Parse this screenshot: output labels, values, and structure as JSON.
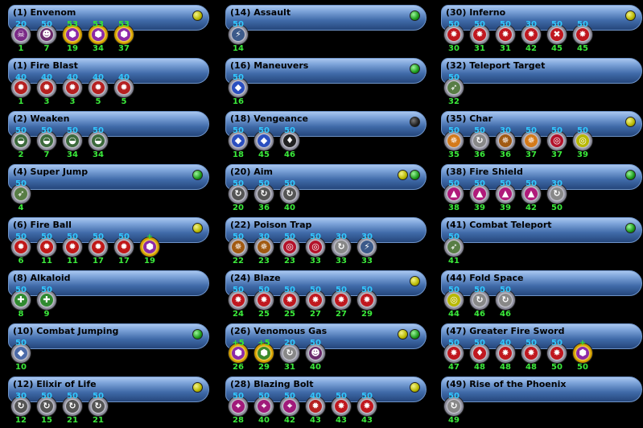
{
  "powers": [
    {
      "name": "(1) Envenom",
      "light": [
        "yellow"
      ],
      "slots": [
        {
          "top": "20",
          "cat": false,
          "icon": "poison",
          "color": "#7a2a86",
          "gold": false,
          "lvl": "1"
        },
        {
          "top": "50",
          "cat": false,
          "icon": "face",
          "color": "#6b2a6b",
          "gold": false,
          "lvl": "7"
        },
        {
          "top": "53",
          "cat": true,
          "icon": "hex",
          "color": "#8c2aa8",
          "gold": true,
          "lvl": "19"
        },
        {
          "top": "53",
          "cat": true,
          "icon": "hex",
          "color": "#8c2aa8",
          "gold": true,
          "lvl": "34"
        },
        {
          "top": "53",
          "cat": true,
          "icon": "hex",
          "color": "#8c2aa8",
          "gold": true,
          "lvl": "37"
        }
      ]
    },
    {
      "name": "(1) Fire Blast",
      "light": [],
      "slots": [
        {
          "top": "40",
          "cat": false,
          "icon": "fire",
          "color": "#b52020",
          "gold": false,
          "lvl": "1"
        },
        {
          "top": "40",
          "cat": false,
          "icon": "fire",
          "color": "#b52020",
          "gold": false,
          "lvl": "3"
        },
        {
          "top": "40",
          "cat": false,
          "icon": "fire",
          "color": "#b52020",
          "gold": false,
          "lvl": "3"
        },
        {
          "top": "40",
          "cat": false,
          "icon": "fire",
          "color": "#b52020",
          "gold": false,
          "lvl": "5"
        },
        {
          "top": "40",
          "cat": false,
          "icon": "fire",
          "color": "#b52020",
          "gold": false,
          "lvl": "5"
        }
      ]
    },
    {
      "name": "(2) Weaken",
      "light": [],
      "slots": [
        {
          "top": "50",
          "cat": false,
          "icon": "wk",
          "color": "#3c6a3c",
          "gold": false,
          "lvl": "2"
        },
        {
          "top": "50",
          "cat": false,
          "icon": "wk",
          "color": "#3c6a3c",
          "gold": false,
          "lvl": "7"
        },
        {
          "top": "50",
          "cat": false,
          "icon": "wk",
          "color": "#3c6a3c",
          "gold": false,
          "lvl": "34"
        },
        {
          "top": "50",
          "cat": false,
          "icon": "wk",
          "color": "#3c6a3c",
          "gold": false,
          "lvl": "34"
        }
      ]
    },
    {
      "name": "(4) Super Jump",
      "light": [
        "green"
      ],
      "slots": [
        {
          "top": "50",
          "cat": false,
          "icon": "jump",
          "color": "#587d45",
          "gold": false,
          "lvl": "4"
        }
      ]
    },
    {
      "name": "(6) Fire Ball",
      "light": [
        "yellow"
      ],
      "slots": [
        {
          "top": "50",
          "cat": false,
          "icon": "fire",
          "color": "#c01818",
          "gold": false,
          "lvl": "6"
        },
        {
          "top": "50",
          "cat": false,
          "icon": "fire",
          "color": "#c01818",
          "gold": false,
          "lvl": "11"
        },
        {
          "top": "50",
          "cat": false,
          "icon": "fire",
          "color": "#c01818",
          "gold": false,
          "lvl": "11"
        },
        {
          "top": "50",
          "cat": false,
          "icon": "fire",
          "color": "#c01818",
          "gold": false,
          "lvl": "17"
        },
        {
          "top": "50",
          "cat": false,
          "icon": "fire",
          "color": "#c01818",
          "gold": false,
          "lvl": "17"
        },
        {
          "top": "+",
          "cat": true,
          "icon": "hex",
          "color": "#8c2aa8",
          "gold": true,
          "lvl": "19"
        }
      ]
    },
    {
      "name": "(8) Alkaloid",
      "light": [],
      "slots": [
        {
          "top": "50",
          "cat": false,
          "icon": "heal",
          "color": "#2f8a2f",
          "gold": false,
          "lvl": "8"
        },
        {
          "top": "50",
          "cat": false,
          "icon": "heal",
          "color": "#2f8a2f",
          "gold": false,
          "lvl": "9"
        }
      ]
    },
    {
      "name": "(10) Combat Jumping",
      "light": [
        "green"
      ],
      "slots": [
        {
          "top": "50",
          "cat": false,
          "icon": "def",
          "color": "#4b6aa8",
          "gold": false,
          "lvl": "10"
        }
      ]
    },
    {
      "name": "(12) Elixir of Life",
      "light": [
        "yellow"
      ],
      "slots": [
        {
          "top": "30",
          "cat": false,
          "icon": "rech",
          "color": "#555",
          "gold": false,
          "lvl": "12"
        },
        {
          "top": "50",
          "cat": false,
          "icon": "rech",
          "color": "#555",
          "gold": false,
          "lvl": "15"
        },
        {
          "top": "50",
          "cat": false,
          "icon": "rech",
          "color": "#555",
          "gold": false,
          "lvl": "21"
        },
        {
          "top": "50",
          "cat": false,
          "icon": "rech",
          "color": "#555",
          "gold": false,
          "lvl": "21"
        }
      ]
    },
    {
      "name": "(14) Assault",
      "light": [
        "green"
      ],
      "slots": [
        {
          "top": "50",
          "cat": false,
          "icon": "end",
          "color": "#3c5a8a",
          "gold": false,
          "lvl": "14"
        }
      ]
    },
    {
      "name": "(16) Maneuvers",
      "light": [
        "green"
      ],
      "slots": [
        {
          "top": "50",
          "cat": false,
          "icon": "def",
          "color": "#2b4fbf",
          "gold": false,
          "lvl": "16"
        }
      ]
    },
    {
      "name": "(18) Vengeance",
      "light": [
        "black"
      ],
      "slots": [
        {
          "top": "50",
          "cat": false,
          "icon": "def",
          "color": "#2b4fbf",
          "gold": false,
          "lvl": "18"
        },
        {
          "top": "50",
          "cat": false,
          "icon": "def",
          "color": "#2b4fbf",
          "gold": false,
          "lvl": "45"
        },
        {
          "top": "50",
          "cat": false,
          "icon": "bat",
          "color": "#222",
          "gold": false,
          "lvl": "46"
        }
      ]
    },
    {
      "name": "(20) Aim",
      "light": [
        "yellow",
        "green"
      ],
      "slots": [
        {
          "top": "50",
          "cat": false,
          "icon": "rech",
          "color": "#555",
          "gold": false,
          "lvl": "20"
        },
        {
          "top": "50",
          "cat": false,
          "icon": "rech",
          "color": "#555",
          "gold": false,
          "lvl": "36"
        },
        {
          "top": "50",
          "cat": false,
          "icon": "rech",
          "color": "#555",
          "gold": false,
          "lvl": "40"
        }
      ]
    },
    {
      "name": "(22) Poison Trap",
      "light": [],
      "slots": [
        {
          "top": "50",
          "cat": false,
          "icon": "hold",
          "color": "#a15a12",
          "gold": false,
          "lvl": "22"
        },
        {
          "top": "30",
          "cat": false,
          "icon": "hold",
          "color": "#a15a12",
          "gold": false,
          "lvl": "23"
        },
        {
          "top": "50",
          "cat": false,
          "icon": "acc",
          "color": "#b3122a",
          "gold": false,
          "lvl": "23"
        },
        {
          "top": "50",
          "cat": false,
          "icon": "acc",
          "color": "#b3122a",
          "gold": false,
          "lvl": "33"
        },
        {
          "top": "30",
          "cat": false,
          "icon": "rech",
          "color": "#888",
          "gold": false,
          "lvl": "33"
        },
        {
          "top": "30",
          "cat": false,
          "icon": "end",
          "color": "#3c5a8a",
          "gold": false,
          "lvl": "33"
        }
      ]
    },
    {
      "name": "(24) Blaze",
      "light": [
        "yellow"
      ],
      "slots": [
        {
          "top": "50",
          "cat": false,
          "icon": "dmg",
          "color": "#c0181f",
          "gold": false,
          "lvl": "24"
        },
        {
          "top": "50",
          "cat": false,
          "icon": "dmg",
          "color": "#c0181f",
          "gold": false,
          "lvl": "25"
        },
        {
          "top": "50",
          "cat": false,
          "icon": "dmg",
          "color": "#c0181f",
          "gold": false,
          "lvl": "25"
        },
        {
          "top": "50",
          "cat": false,
          "icon": "dmg",
          "color": "#c0181f",
          "gold": false,
          "lvl": "27"
        },
        {
          "top": "50",
          "cat": false,
          "icon": "dmg",
          "color": "#c0181f",
          "gold": false,
          "lvl": "27"
        },
        {
          "top": "50",
          "cat": false,
          "icon": "dmg",
          "color": "#c0181f",
          "gold": false,
          "lvl": "29"
        }
      ]
    },
    {
      "name": "(26) Venomous Gas",
      "light": [
        "yellow",
        "green"
      ],
      "slots": [
        {
          "top": "+5",
          "cat": true,
          "icon": "hex",
          "color": "#8c2aa8",
          "gold": true,
          "lvl": "26"
        },
        {
          "top": "+5",
          "cat": true,
          "icon": "hex",
          "color": "#3c8a2a",
          "gold": true,
          "lvl": "29"
        },
        {
          "top": "20",
          "cat": false,
          "icon": "rech",
          "color": "#888",
          "gold": false,
          "lvl": "31"
        },
        {
          "top": "50",
          "cat": false,
          "icon": "face",
          "color": "#6b2a6b",
          "gold": false,
          "lvl": "40"
        }
      ]
    },
    {
      "name": "(28) Blazing Bolt",
      "light": [
        "yellow"
      ],
      "slots": [
        {
          "top": "50",
          "cat": false,
          "icon": "sniper",
          "color": "#a01a7a",
          "gold": false,
          "lvl": "28"
        },
        {
          "top": "50",
          "cat": false,
          "icon": "sniper",
          "color": "#a01a7a",
          "gold": false,
          "lvl": "40"
        },
        {
          "top": "50",
          "cat": false,
          "icon": "sniper",
          "color": "#a01a7a",
          "gold": false,
          "lvl": "42"
        },
        {
          "top": "40",
          "cat": false,
          "icon": "fire",
          "color": "#b52020",
          "gold": false,
          "lvl": "43"
        },
        {
          "top": "50",
          "cat": false,
          "icon": "dmg",
          "color": "#c0181f",
          "gold": false,
          "lvl": "43"
        },
        {
          "top": "50",
          "cat": false,
          "icon": "dmg",
          "color": "#c0181f",
          "gold": false,
          "lvl": "43"
        }
      ]
    },
    {
      "name": "(30) Inferno",
      "light": [
        "yellow"
      ],
      "slots": [
        {
          "top": "50",
          "cat": false,
          "icon": "dmg",
          "color": "#c0181f",
          "gold": false,
          "lvl": "30"
        },
        {
          "top": "50",
          "cat": false,
          "icon": "dmg",
          "color": "#c0181f",
          "gold": false,
          "lvl": "31"
        },
        {
          "top": "50",
          "cat": false,
          "icon": "dmg",
          "color": "#c0181f",
          "gold": false,
          "lvl": "31"
        },
        {
          "top": "30",
          "cat": false,
          "icon": "dmg",
          "color": "#c0181f",
          "gold": false,
          "lvl": "42"
        },
        {
          "top": "50",
          "cat": false,
          "icon": "x",
          "color": "#c0181f",
          "gold": false,
          "lvl": "45"
        },
        {
          "top": "50",
          "cat": false,
          "icon": "dmg",
          "color": "#c0181f",
          "gold": false,
          "lvl": "45"
        }
      ]
    },
    {
      "name": "(32) Teleport Target",
      "light": [],
      "slots": [
        {
          "top": "50",
          "cat": false,
          "icon": "jump",
          "color": "#587d45",
          "gold": false,
          "lvl": "32"
        }
      ]
    },
    {
      "name": "(35) Char",
      "light": [
        "yellow"
      ],
      "slots": [
        {
          "top": "50",
          "cat": false,
          "icon": "hold",
          "color": "#d47a1a",
          "gold": false,
          "lvl": "35"
        },
        {
          "top": "50",
          "cat": false,
          "icon": "rech",
          "color": "#888",
          "gold": false,
          "lvl": "36"
        },
        {
          "top": "30",
          "cat": false,
          "icon": "hold",
          "color": "#a15a12",
          "gold": false,
          "lvl": "36"
        },
        {
          "top": "50",
          "cat": false,
          "icon": "hold",
          "color": "#d47a1a",
          "gold": false,
          "lvl": "37"
        },
        {
          "top": "50",
          "cat": false,
          "icon": "acc",
          "color": "#b3122a",
          "gold": false,
          "lvl": "37"
        },
        {
          "top": "50",
          "cat": false,
          "icon": "acc",
          "color": "#b8b800",
          "gold": false,
          "lvl": "39"
        }
      ]
    },
    {
      "name": "(38) Fire Shield",
      "light": [
        "green"
      ],
      "slots": [
        {
          "top": "50",
          "cat": false,
          "icon": "res",
          "color": "#b01a7a",
          "gold": false,
          "lvl": "38"
        },
        {
          "top": "50",
          "cat": false,
          "icon": "res",
          "color": "#b01a7a",
          "gold": false,
          "lvl": "39"
        },
        {
          "top": "50",
          "cat": false,
          "icon": "res",
          "color": "#b01a7a",
          "gold": false,
          "lvl": "39"
        },
        {
          "top": "50",
          "cat": false,
          "icon": "res",
          "color": "#b01a7a",
          "gold": false,
          "lvl": "42"
        },
        {
          "top": "30",
          "cat": false,
          "icon": "rech",
          "color": "#888",
          "gold": false,
          "lvl": "50"
        }
      ]
    },
    {
      "name": "(41) Combat Teleport",
      "light": [
        "green"
      ],
      "slots": [
        {
          "top": "50",
          "cat": false,
          "icon": "jump",
          "color": "#587d45",
          "gold": false,
          "lvl": "41"
        }
      ]
    },
    {
      "name": "(44) Fold Space",
      "light": [],
      "slots": [
        {
          "top": "50",
          "cat": false,
          "icon": "acc",
          "color": "#b8b800",
          "gold": false,
          "lvl": "44"
        },
        {
          "top": "50",
          "cat": false,
          "icon": "rech",
          "color": "#888",
          "gold": false,
          "lvl": "46"
        },
        {
          "top": "50",
          "cat": false,
          "icon": "rech",
          "color": "#888",
          "gold": false,
          "lvl": "46"
        }
      ]
    },
    {
      "name": "(47) Greater Fire Sword",
      "light": [],
      "slots": [
        {
          "top": "50",
          "cat": false,
          "icon": "dmg",
          "color": "#c0181f",
          "gold": false,
          "lvl": "47"
        },
        {
          "top": "50",
          "cat": false,
          "icon": "bat",
          "color": "#c0181f",
          "gold": false,
          "lvl": "48"
        },
        {
          "top": "40",
          "cat": false,
          "icon": "dmg",
          "color": "#c0181f",
          "gold": false,
          "lvl": "48"
        },
        {
          "top": "50",
          "cat": false,
          "icon": "dmg",
          "color": "#c0181f",
          "gold": false,
          "lvl": "48"
        },
        {
          "top": "50",
          "cat": false,
          "icon": "dmg",
          "color": "#c0181f",
          "gold": false,
          "lvl": "50"
        },
        {
          "top": "+",
          "cat": true,
          "icon": "hex",
          "color": "#8c2aa8",
          "gold": true,
          "lvl": "50"
        }
      ]
    },
    {
      "name": "(49) Rise of the Phoenix",
      "light": [],
      "slots": [
        {
          "top": "50",
          "cat": false,
          "icon": "rech",
          "color": "#888",
          "gold": false,
          "lvl": "49"
        }
      ]
    }
  ]
}
